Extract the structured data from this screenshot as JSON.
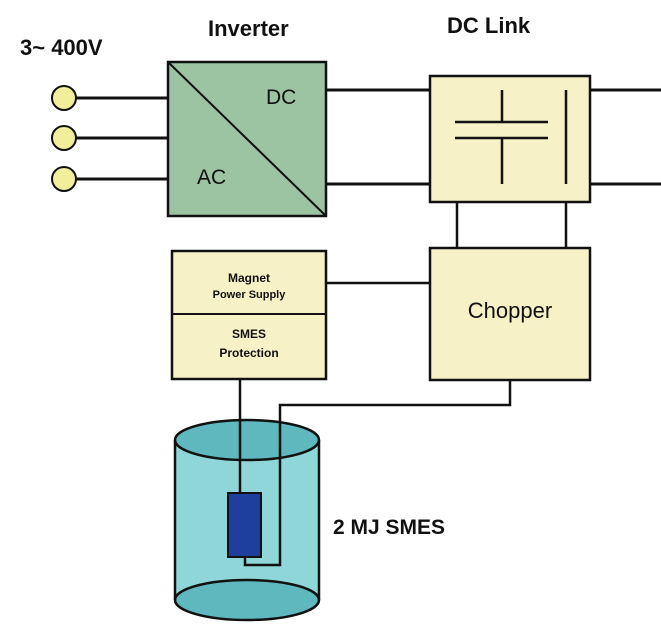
{
  "labels": {
    "supply": "3~ 400V",
    "inverter_title": "Inverter",
    "inverter_dc": "DC",
    "inverter_ac": "AC",
    "dclink_title": "DC Link",
    "magnet_supply_line1": "Magnet",
    "magnet_supply_line2": "Power Supply",
    "smes_protection_line1": "SMES",
    "smes_protection_line2": "Protection",
    "chopper": "Chopper",
    "smes": "2 MJ SMES"
  },
  "colors": {
    "inverter_fill": "#9cc4a2",
    "box_fill": "#f6f1c7",
    "terminal_fill": "#f2ef9c",
    "cryostat_fill": "#8ed6d8",
    "cryostat_dark": "#5fb8bd",
    "coil_fill": "#1f3f9e",
    "line": "#111111"
  }
}
